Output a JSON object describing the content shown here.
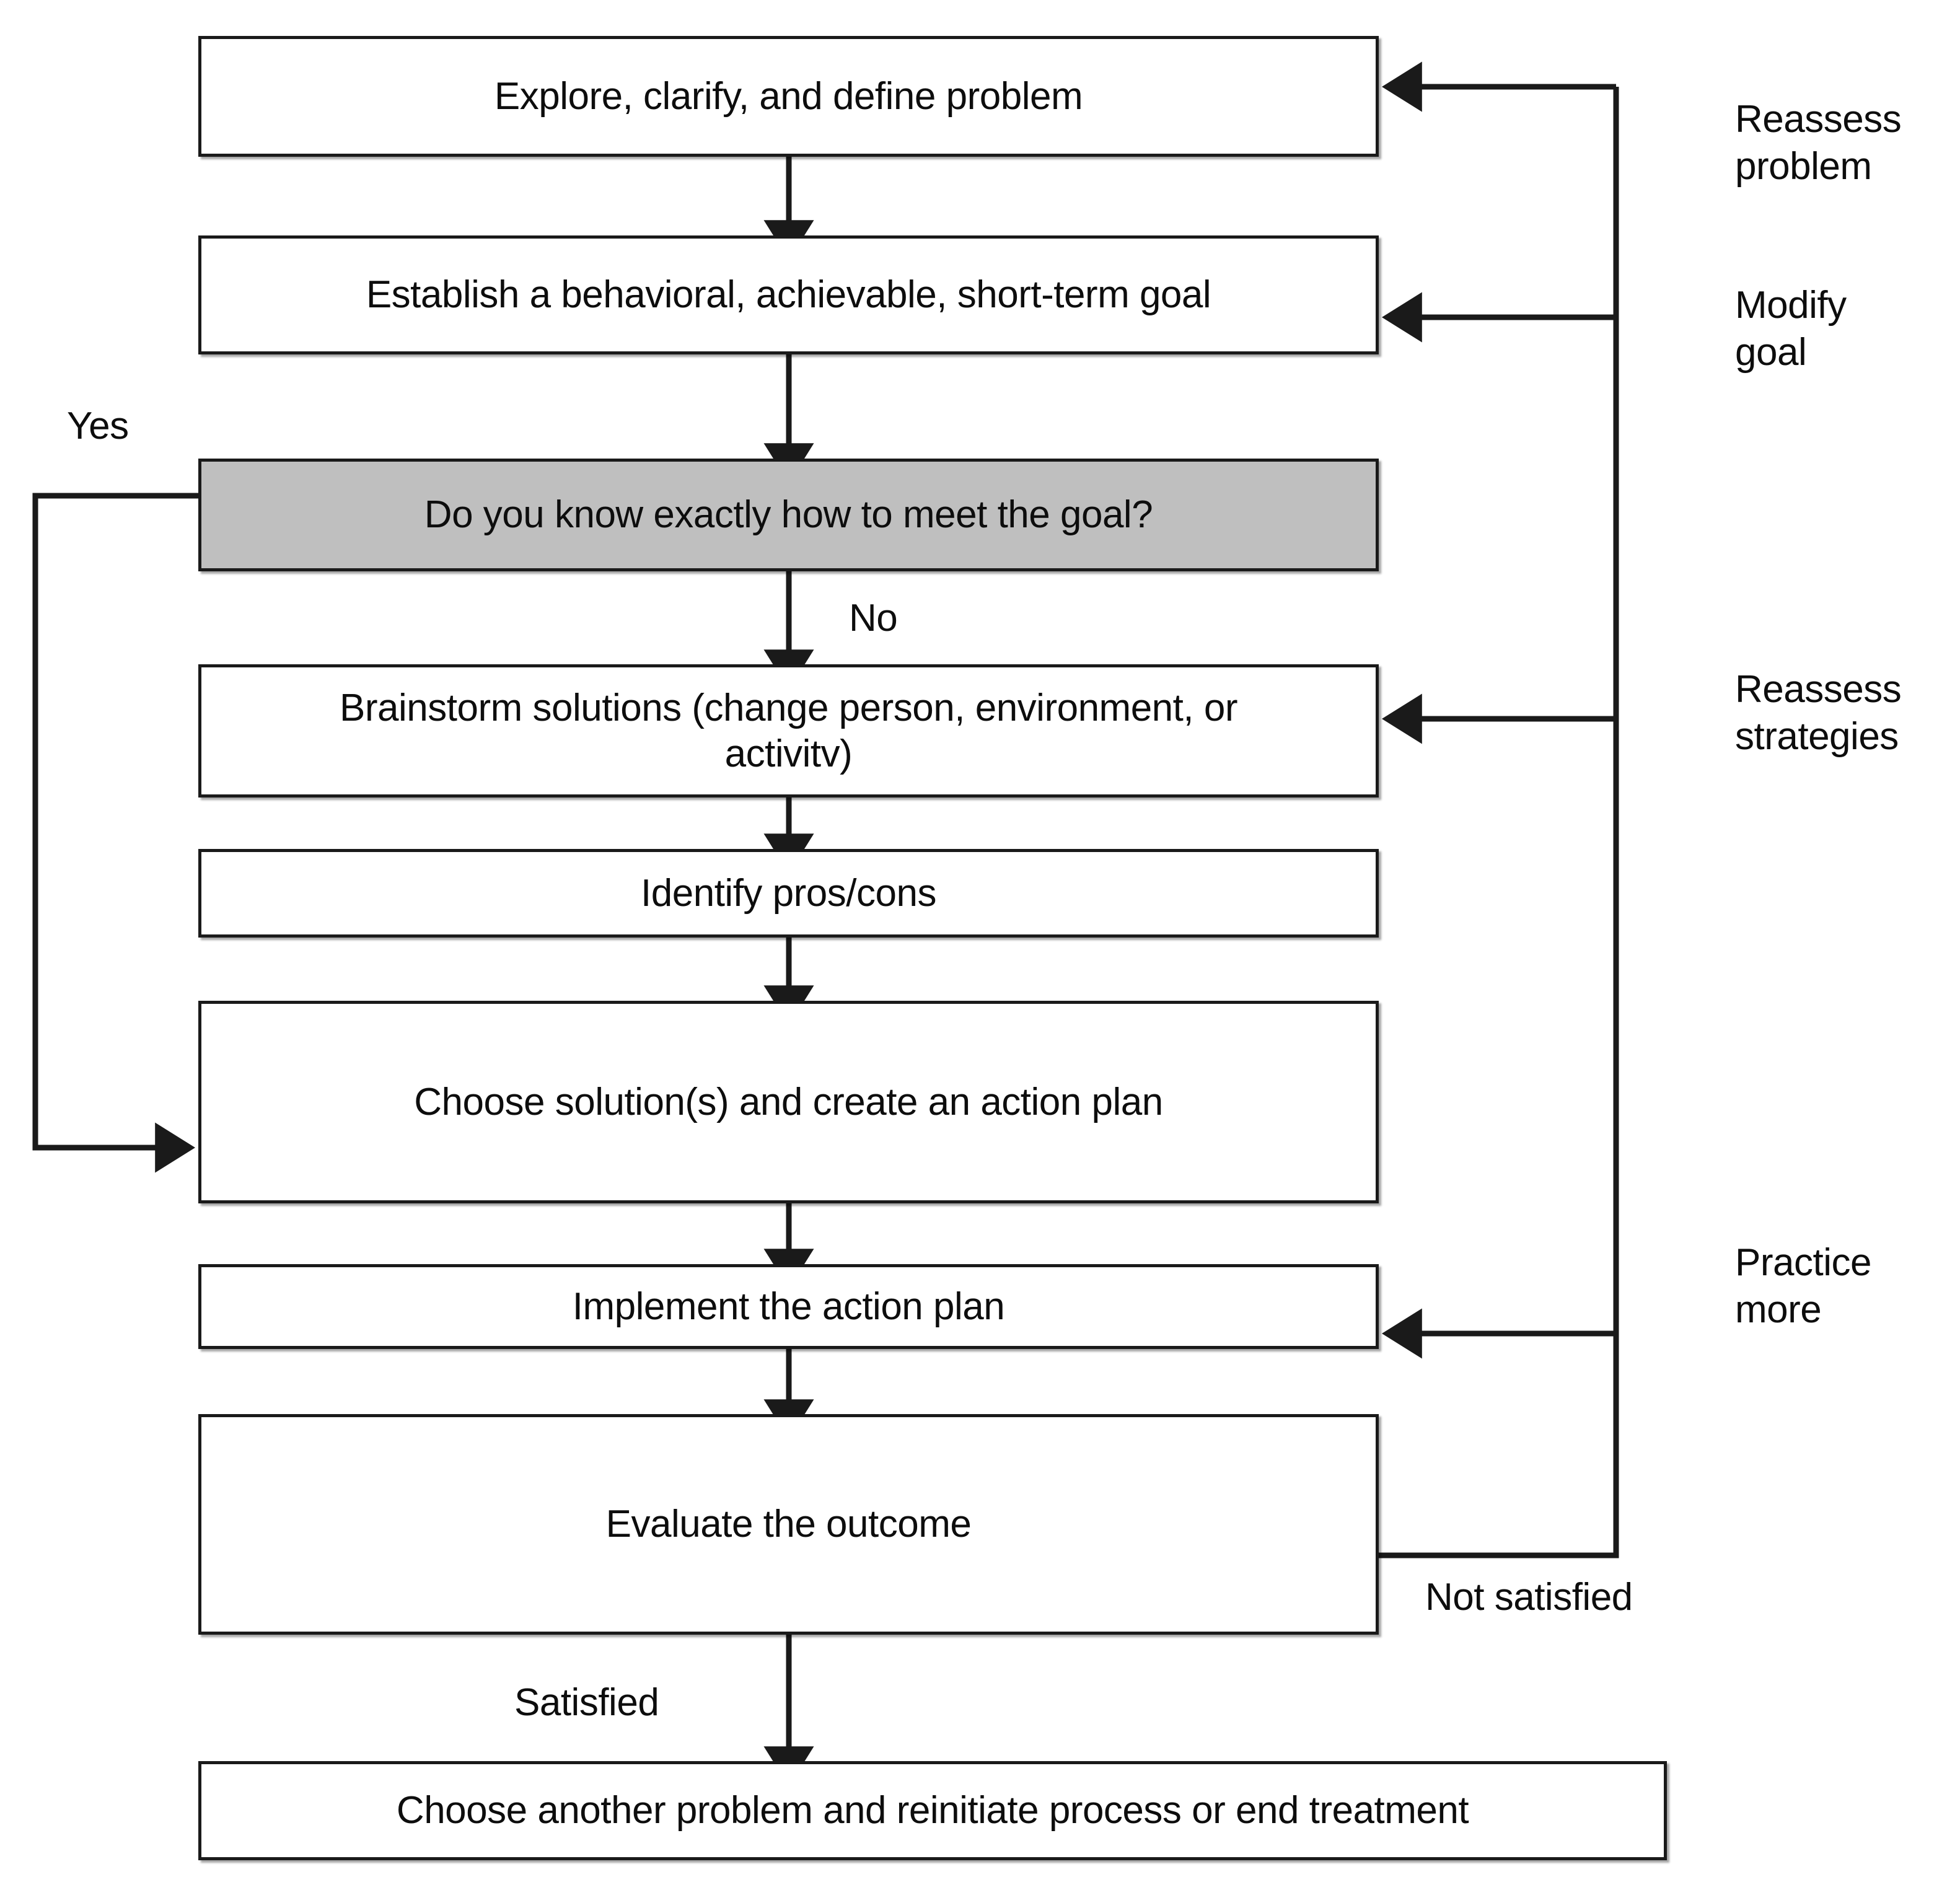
{
  "diagram": {
    "title": "Problem-solving treatment flowchart",
    "colors": {
      "background": "#ffffff",
      "stroke": "#1a1a1a",
      "text": "#0d0d0d",
      "decision_fill": "#bfbfbf",
      "node_fill": "#ffffff"
    },
    "nodes": [
      {
        "id": "explore",
        "label": "Explore, clarify, and define problem",
        "shape": "process",
        "fill": "#ffffff"
      },
      {
        "id": "goal",
        "label": "Establish a behavioral, achievable, short-term goal",
        "shape": "process",
        "fill": "#ffffff"
      },
      {
        "id": "decision",
        "label": "Do you know exactly how to meet the goal?",
        "shape": "decision",
        "fill": "#bfbfbf"
      },
      {
        "id": "brainstorm",
        "label": "Brainstorm solutions  (change person,  environment,  or\nactivitv)",
        "shape": "process",
        "fill": "#ffffff"
      },
      {
        "id": "proscons",
        "label": "Identify pros/cons",
        "shape": "process",
        "fill": "#ffffff"
      },
      {
        "id": "choose",
        "label": "Choose solution(s) and create an action plan",
        "shape": "process",
        "fill": "#ffffff"
      },
      {
        "id": "implement",
        "label": "Implement the action plan",
        "shape": "process",
        "fill": "#ffffff"
      },
      {
        "id": "evaluate",
        "label": "Evaluate the outcome",
        "shape": "process",
        "fill": "#ffffff"
      },
      {
        "id": "another",
        "label": "Choose another problem and reinitiate process or end treatment",
        "shape": "process",
        "fill": "#ffffff"
      }
    ],
    "edge_labels": [
      {
        "id": "yes",
        "text": "Yes"
      },
      {
        "id": "no",
        "text": "No"
      },
      {
        "id": "satisfied",
        "text": "Satisfied"
      },
      {
        "id": "not-satisfied",
        "text": "Not satisfied"
      },
      {
        "id": "reassess-problem",
        "text": "Reassess\nproblem"
      },
      {
        "id": "modify-goal",
        "text": "Modify\ngoal"
      },
      {
        "id": "reassess-strategies",
        "text": "Reassess\nstrategies"
      },
      {
        "id": "practice-more",
        "text": "Practice\nmore"
      }
    ]
  }
}
